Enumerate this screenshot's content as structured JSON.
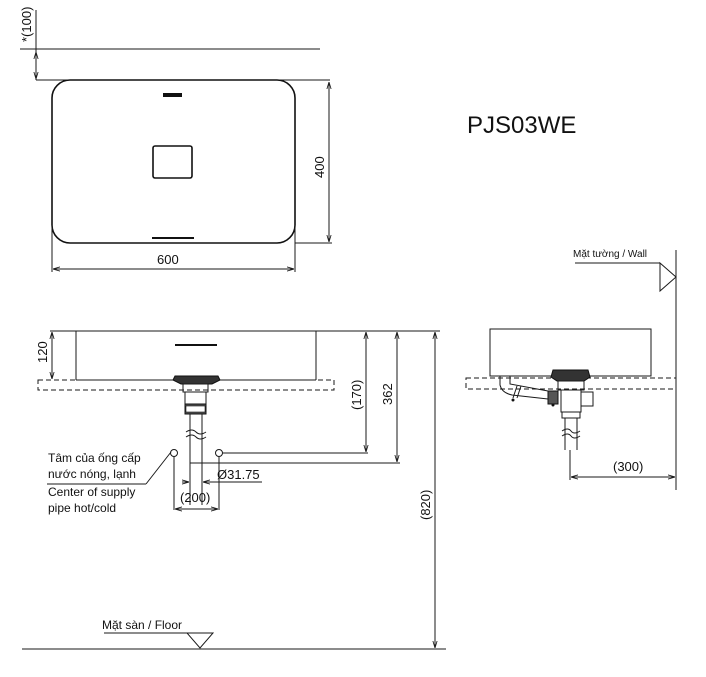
{
  "title": {
    "model": "PJS03WE"
  },
  "top_view": {
    "dim_setback": "*(100)",
    "dim_depth": "400",
    "dim_width": "600"
  },
  "front_view": {
    "dim_basin_height": "120",
    "dim_supply_height": "(170)",
    "dim_drain_height": "362",
    "dim_total_height": "(820)",
    "dim_pipe_diameter": "Ø31.75",
    "dim_supply_spacing": "(200)",
    "supply_label_vi_line1": "Tâm của ống cấp",
    "supply_label_vi_line2": "nước nóng, lạnh",
    "supply_label_en_line1": "Center of supply",
    "supply_label_en_line2": "pipe hot/cold",
    "floor_label": "Mặt sàn / Floor"
  },
  "side_view": {
    "wall_label": "Mặt tường / Wall",
    "dim_wall_distance": "(300)"
  },
  "colors": {
    "line": "#1a1a1a",
    "background": "#ffffff"
  }
}
